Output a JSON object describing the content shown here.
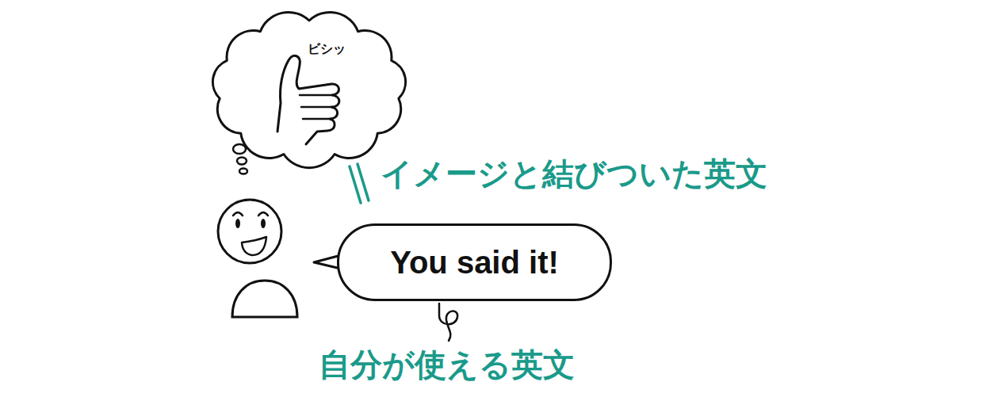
{
  "diagram": {
    "nodes": [
      {
        "text": [
          "ビシッ"
        ]
      },
      {
        "text": [
          "You said it!"
        ]
      }
    ],
    "labels": [
      "イメージと結びついた英文",
      "自分が使える英文"
    ]
  }
}
